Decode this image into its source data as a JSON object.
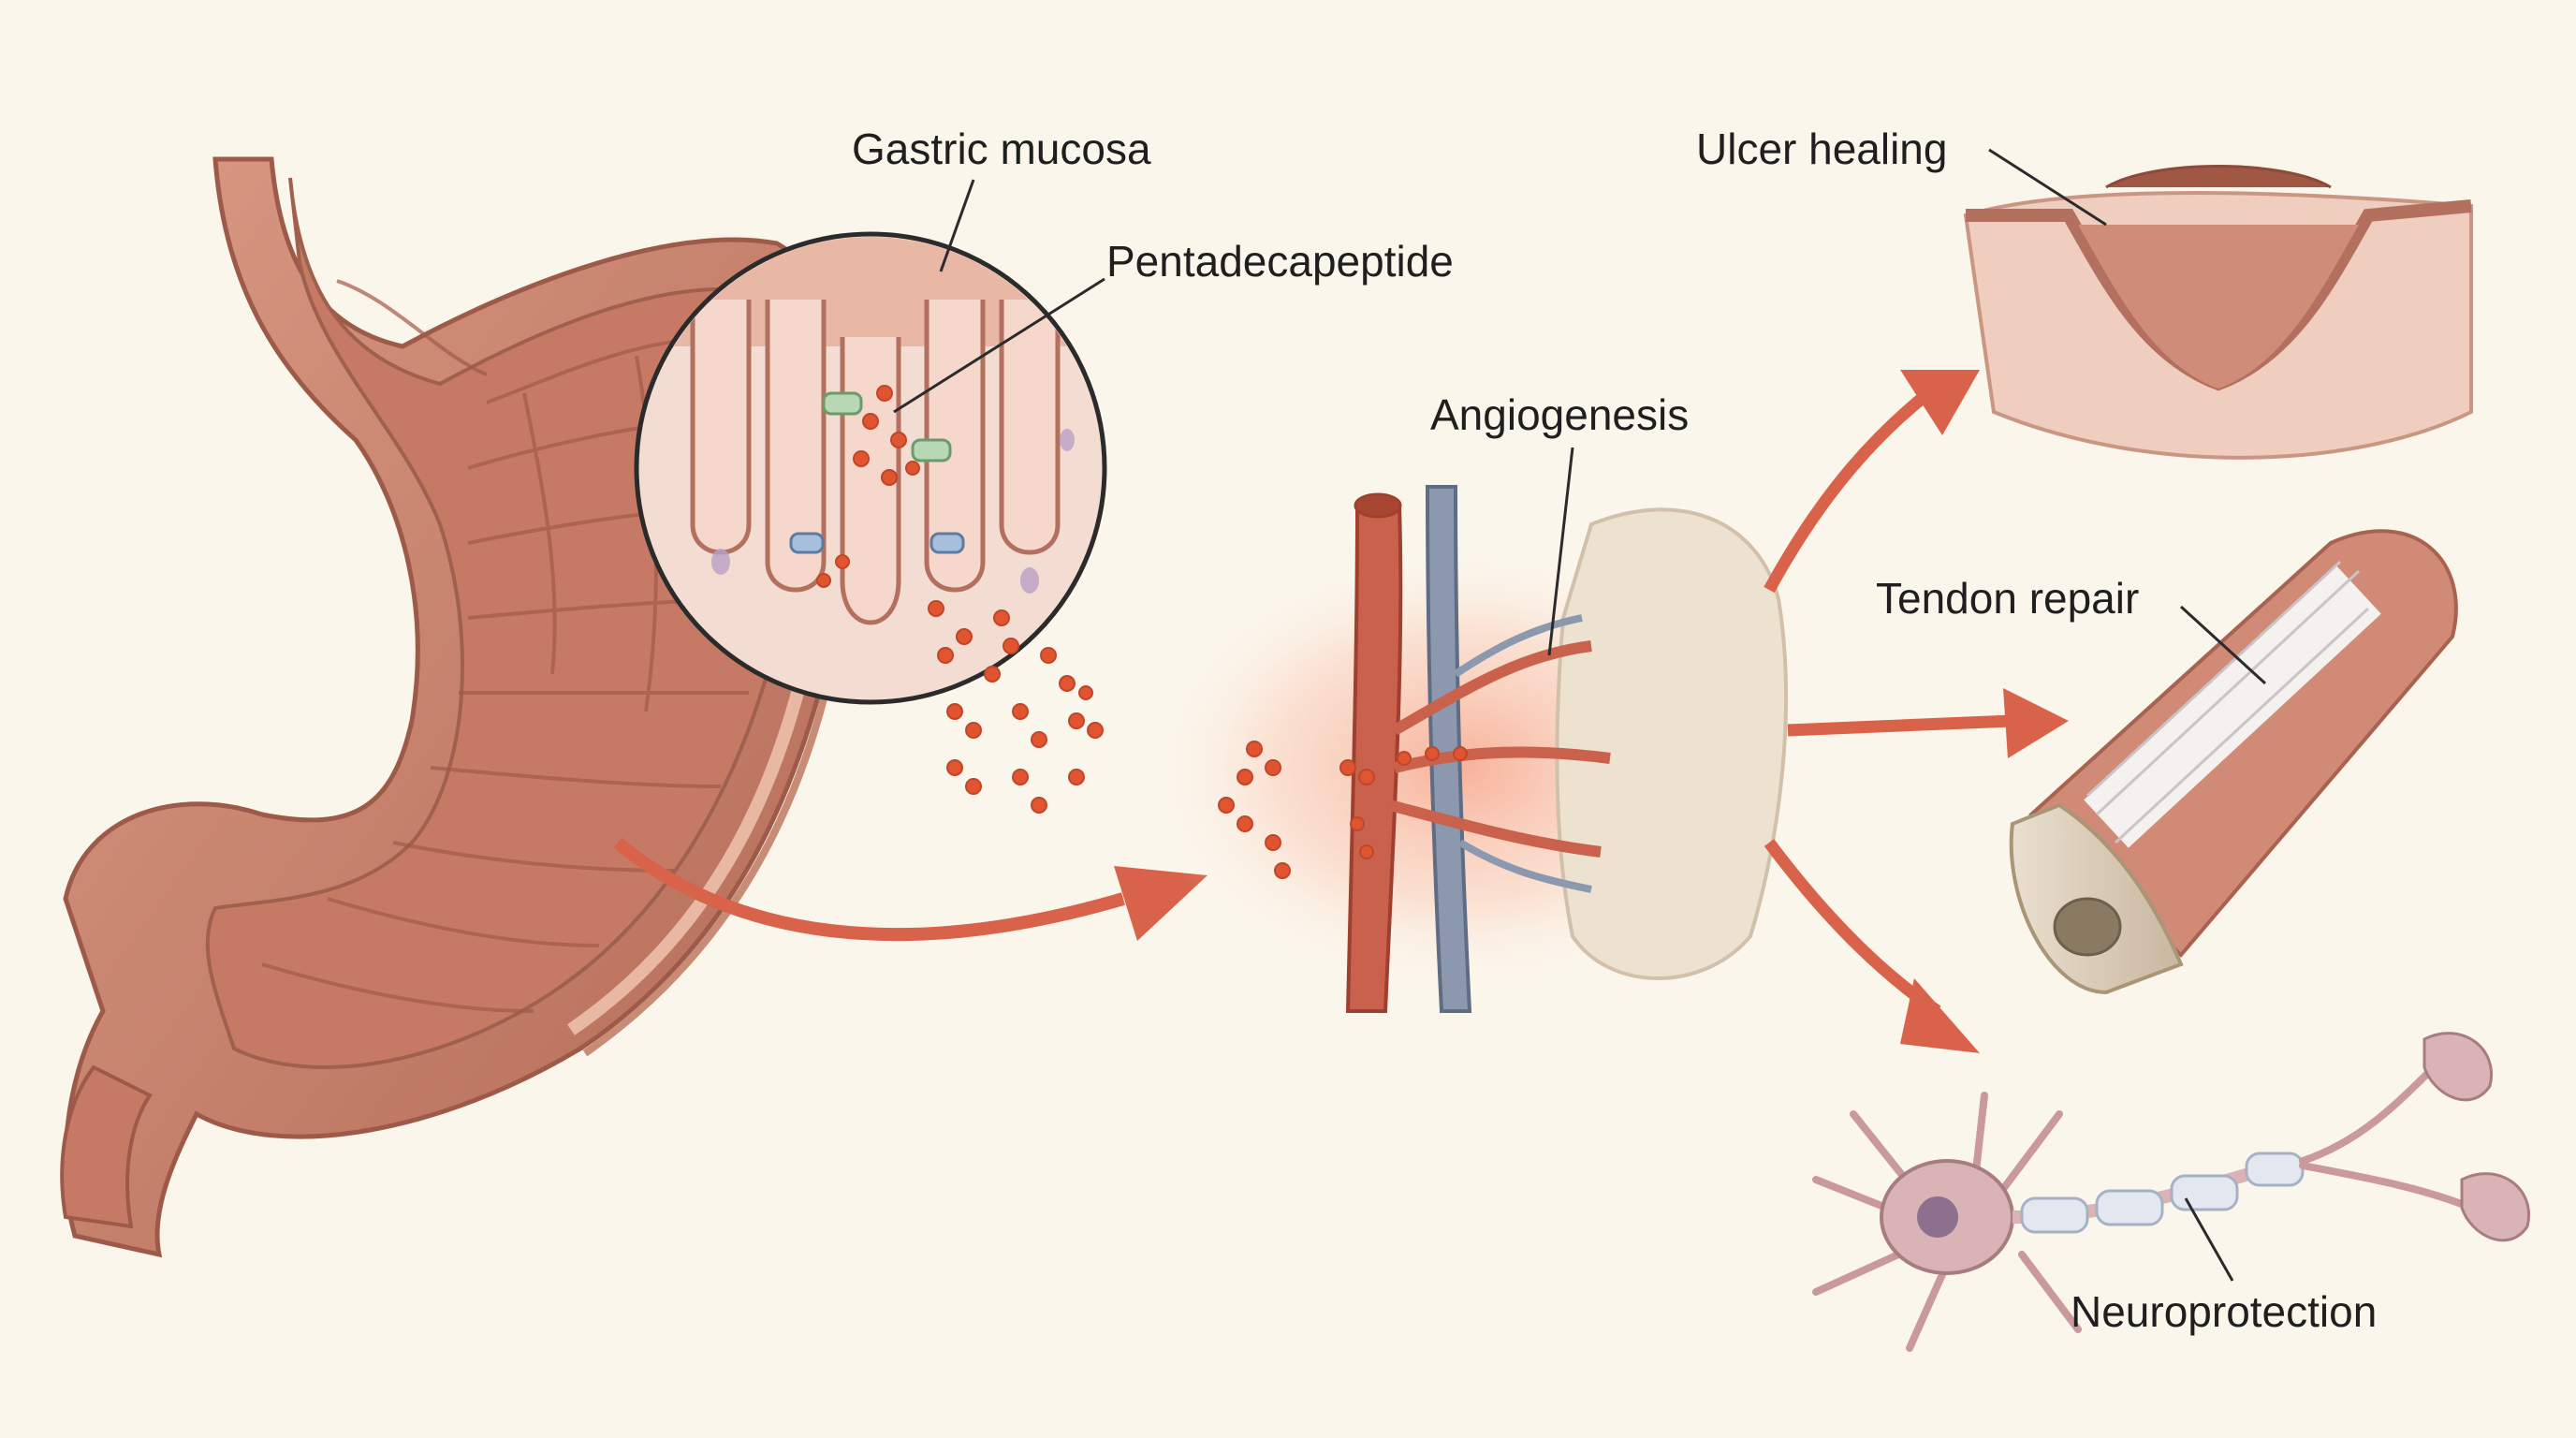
{
  "labels": {
    "gastric_mucosa": "Gastric mucosa",
    "pentadecapeptide": "Pentadecapeptide",
    "angiogenesis": "Angiogenesis",
    "ulcer_healing": "Ulcer healing",
    "tendon_repair": "Tendon repair",
    "neuroprotection": "Neuroprotection"
  },
  "colors": {
    "background": "#fbf6ec",
    "tissue": "#c9826c",
    "tissue_dark": "#9e5a48",
    "arrow": "#d9634a",
    "peptide": "#e0552f",
    "vein": "#7f8ea8",
    "nerve_cell": "#d9b3b6"
  }
}
